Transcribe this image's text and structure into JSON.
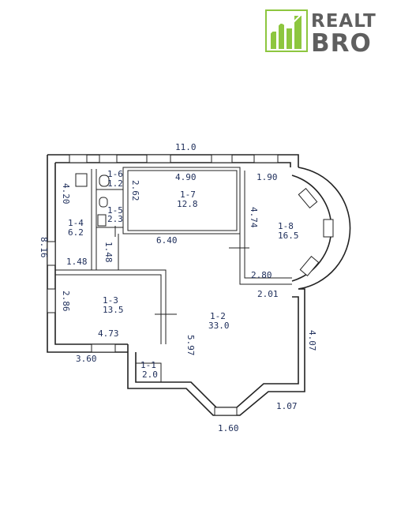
{
  "logo": {
    "word1": "REALT",
    "word2": "BRO",
    "icon": "building-bars-icon",
    "colors": {
      "green": "#8dc63f",
      "gray": "#5f5f5f"
    }
  },
  "plan": {
    "colors": {
      "ink": "#222222",
      "label": "#1d2d5a"
    },
    "dimensions": {
      "top_total": "11.0",
      "left_total": "8.16",
      "d_4_20": "4.20",
      "d_1_48_h": "1.48",
      "d_1_48_v": "1.48",
      "d_2_62": "2.62",
      "d_4_90": "4.90",
      "d_6_40": "6.40",
      "d_1_90": "1.90",
      "d_4_74": "4.74",
      "d_2_80": "2.80",
      "d_2_01": "2.01",
      "d_2_86": "2.86",
      "d_4_73": "4.73",
      "d_3_60": "3.60",
      "d_5_97": "5.97",
      "d_4_07": "4.07",
      "d_1_07": "1.07",
      "d_1_60": "1.60"
    },
    "rooms": [
      {
        "id": "1-1",
        "label": "1-1",
        "area": "2.0"
      },
      {
        "id": "1-2",
        "label": "1-2",
        "area": "33.0"
      },
      {
        "id": "1-3",
        "label": "1-3",
        "area": "13.5"
      },
      {
        "id": "1-4",
        "label": "1-4",
        "area": "6.2"
      },
      {
        "id": "1-5",
        "label": "1-5",
        "area": "2.3"
      },
      {
        "id": "1-6",
        "label": "1-6",
        "area": "1.2"
      },
      {
        "id": "1-7",
        "label": "1-7",
        "area": "12.8"
      },
      {
        "id": "1-8",
        "label": "1-8",
        "area": "16.5"
      }
    ]
  }
}
